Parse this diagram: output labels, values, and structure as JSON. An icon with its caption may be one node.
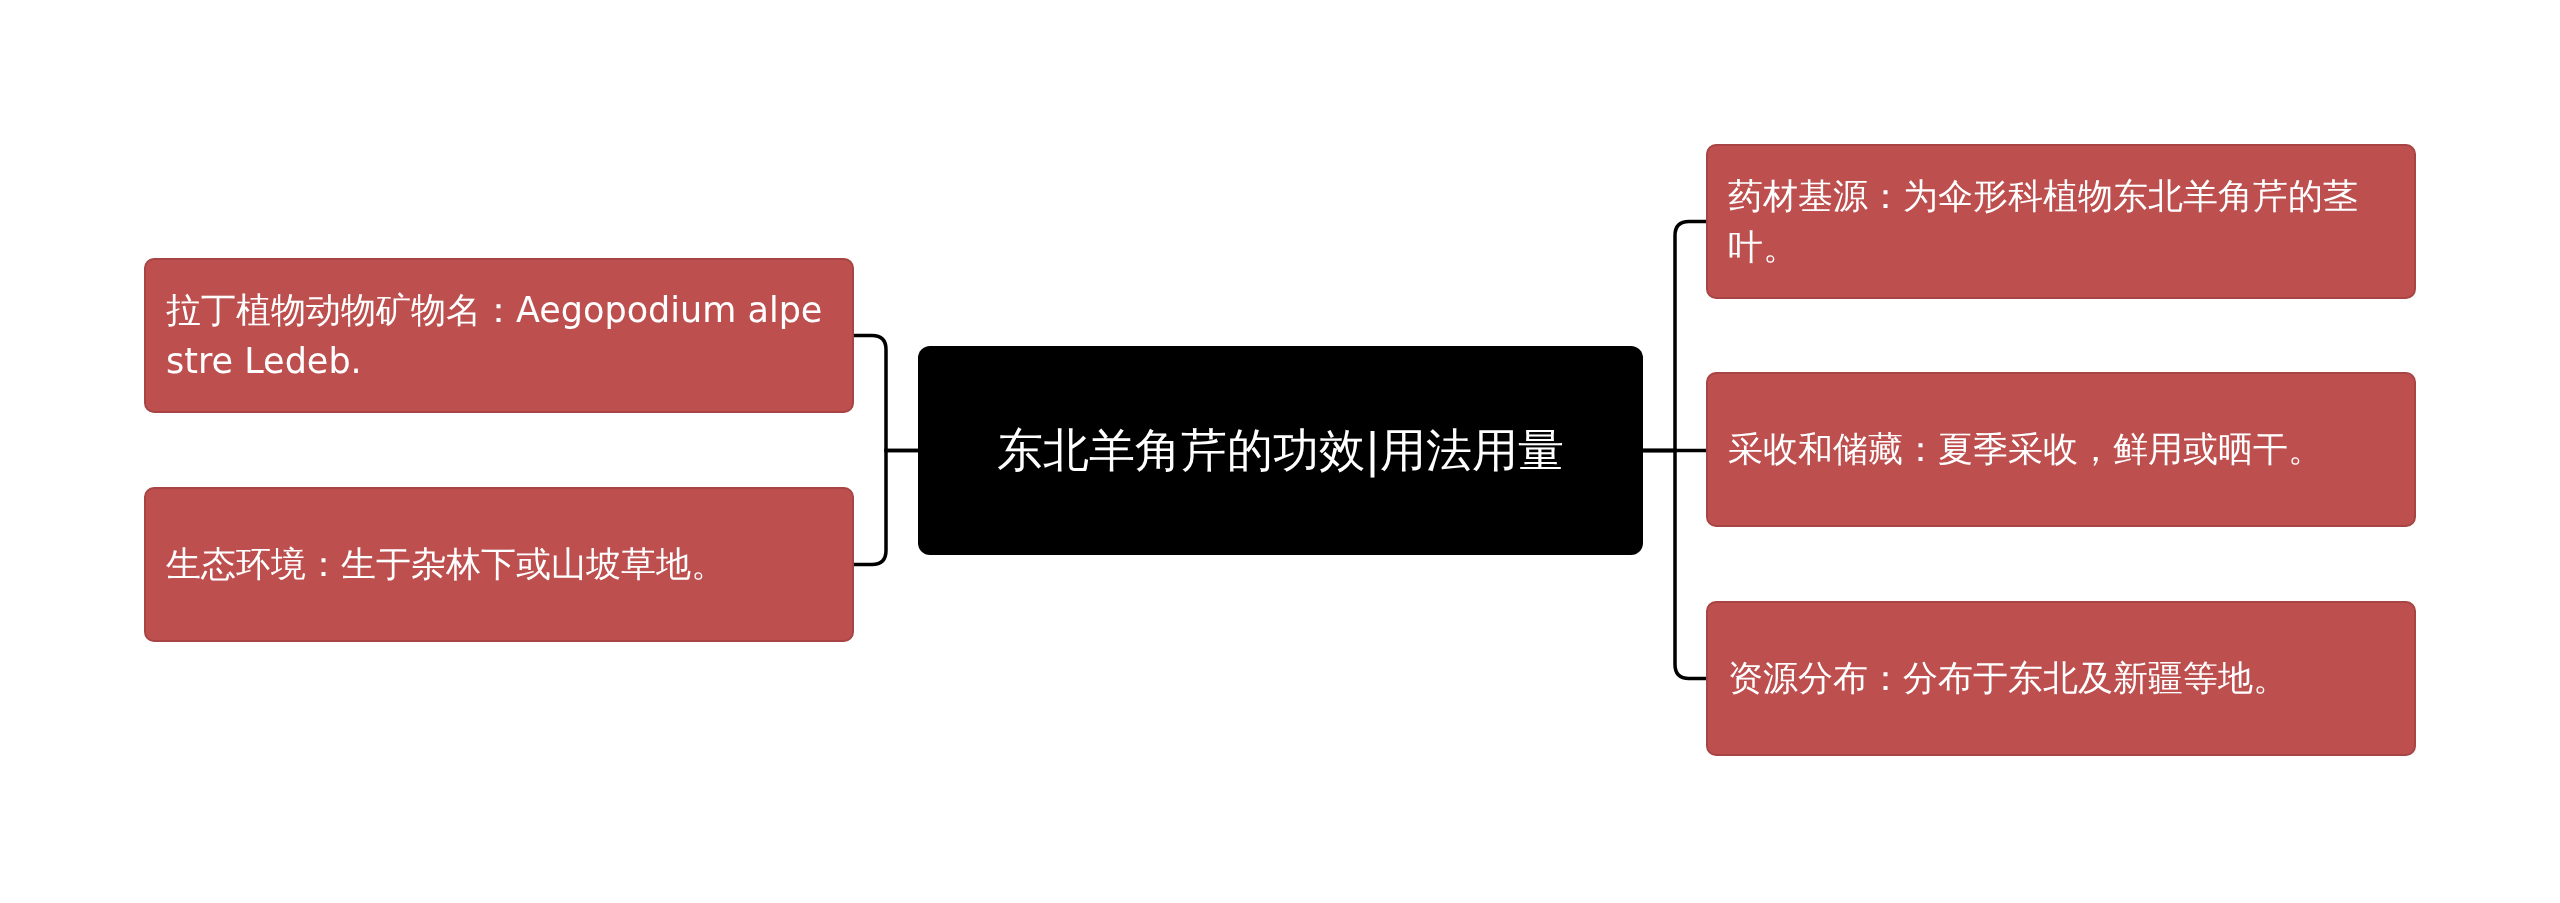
{
  "diagram": {
    "nodes": [
      {
        "text": [
          "东北羊角芹的功效|用法用量"
        ]
      },
      {
        "text": [
          "拉丁植物动物矿物名：Aegopodium alpestre Ledeb."
        ]
      },
      {
        "text": [
          "生态环境：生于杂林下或山坡草地。"
        ]
      },
      {
        "text": [
          "药材基源：为伞形科植物东北羊角芹的茎叶。"
        ]
      },
      {
        "text": [
          "采收和储藏：夏季采收，鲜用或晒干。"
        ]
      },
      {
        "text": [
          "资源分布：分布于东北及新疆等地。"
        ]
      }
    ],
    "edges": [
      {
        "from": 0,
        "to": 1,
        "arrow": "none"
      },
      {
        "from": 0,
        "to": 2,
        "arrow": "none"
      },
      {
        "from": 0,
        "to": 3,
        "arrow": "none"
      },
      {
        "from": 0,
        "to": 4,
        "arrow": "none"
      },
      {
        "from": 0,
        "to": 5,
        "arrow": "none"
      }
    ]
  }
}
